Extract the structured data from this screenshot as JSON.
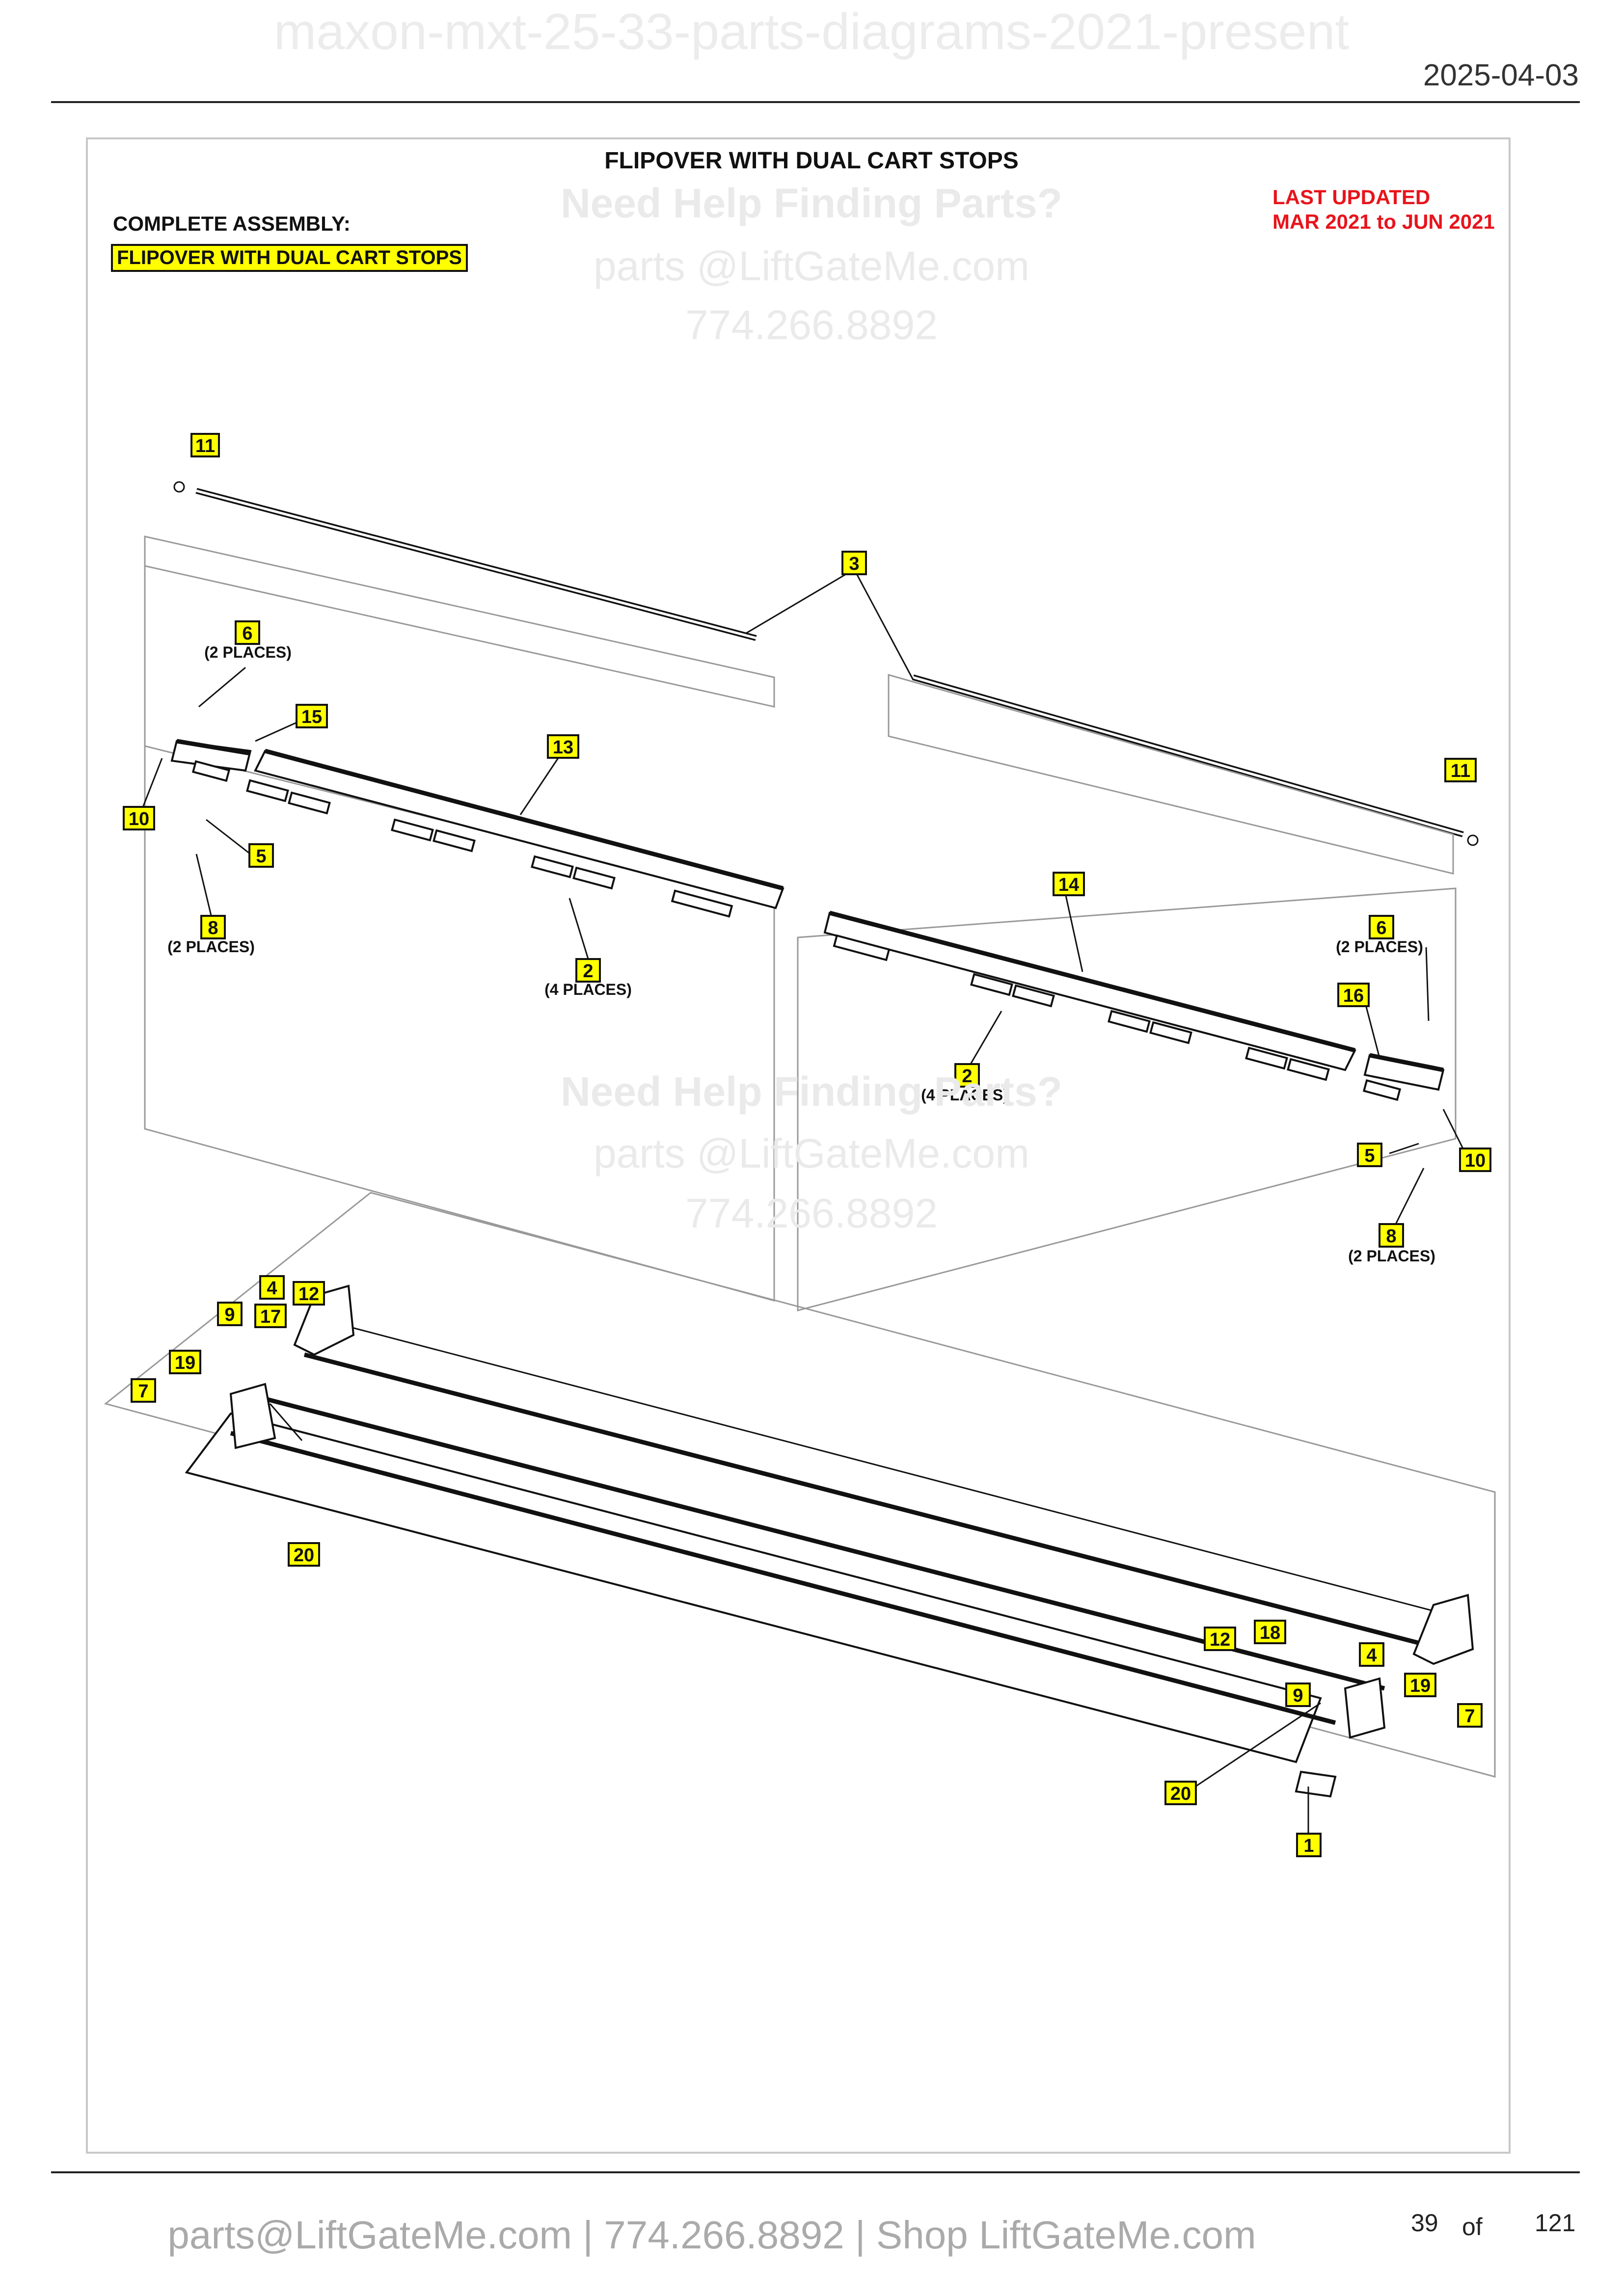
{
  "header": {
    "watermark_title": "maxon-mxt-25-33-parts-diagrams-2021-present",
    "date": "2025-04-03"
  },
  "diagram": {
    "title": "FLIPOVER WITH DUAL CART STOPS",
    "complete_assembly_label": "COMPLETE ASSEMBLY:",
    "assembly_name": "FLIPOVER WITH DUAL CART STOPS",
    "last_updated_label": "LAST UPDATED",
    "last_updated_range": "MAR 2021 to JUN 2021",
    "part_tags": {
      "t11a": "11",
      "t3": "3",
      "t6a": "6",
      "t15": "15",
      "t13": "13",
      "t10a": "10",
      "t5a": "5",
      "t8a": "8",
      "t2a": "2",
      "t11b": "11",
      "t14": "14",
      "t6b": "6",
      "t16": "16",
      "t2b": "2",
      "t5b": "5",
      "t10b": "10",
      "t8b": "8",
      "t4a": "4",
      "t12a": "12",
      "t9a": "9",
      "t17": "17",
      "t19a": "19",
      "t7a": "7",
      "t20a": "20",
      "t12b": "12",
      "t18": "18",
      "t4b": "4",
      "t19b": "19",
      "t9b": "9",
      "t7b": "7",
      "t20b": "20",
      "t1": "1"
    },
    "notes": {
      "two_places_6a": "(2 PLACES)",
      "two_places_8a": "(2 PLACES)",
      "four_places_2a": "(4 PLACES)",
      "two_places_6b": "(2 PLACES)",
      "four_places_2b": "(4 PLACES)",
      "two_places_8b": "(2 PLACES)"
    }
  },
  "watermarks": {
    "help_top": "Need Help Finding Parts?",
    "email_top": "parts @LiftGateMe.com",
    "phone_top": "774.266.8892",
    "help_mid": "Need Help Finding Parts?",
    "email_mid": "parts @LiftGateMe.com",
    "phone_mid": "774.266.8892"
  },
  "footer": {
    "contact": "parts@LiftGateMe.com | 774.266.8892 | Shop LiftGateMe.com",
    "page_number": "39",
    "page_of": "of",
    "page_total": "121"
  },
  "colors": {
    "highlight": "#ffff00",
    "last_updated_red": "#e8141c"
  }
}
